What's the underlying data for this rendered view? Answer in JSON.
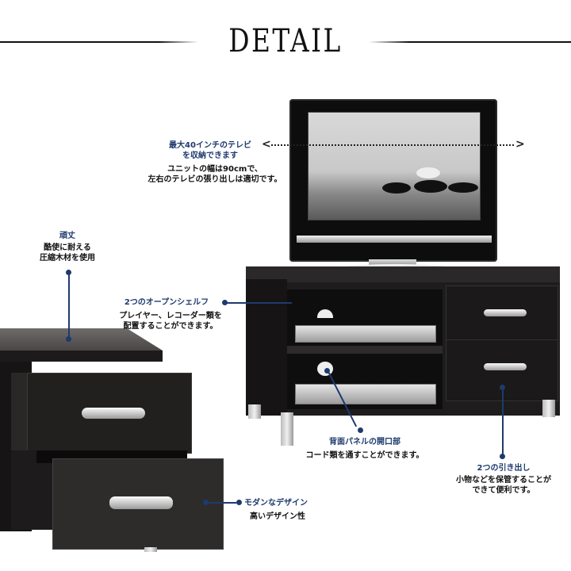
{
  "header": {
    "title": "DETAIL"
  },
  "annotations": {
    "tv": {
      "title_line1": "最大40インチのテレビ",
      "title_line2": "を収納できます",
      "body_line1": "ユニットの幅は90cmで、",
      "body_line2": "左右のテレビの張り出しは適切です。",
      "arrow_left": "<",
      "arrow_right": ">"
    },
    "sturdy": {
      "title": "頑丈",
      "body_line1": "酷使に耐える",
      "body_line2": "圧縮木材を使用"
    },
    "open_shelf": {
      "title": "2つのオープンシェルフ",
      "body_line1": "プレイヤー、レコーダー類を",
      "body_line2": "配置することができます。"
    },
    "back_panel": {
      "title": "背面パネルの開口部",
      "body": "コード類を通すことができます。"
    },
    "drawers": {
      "title": "2つの引き出し",
      "body_line1": "小物などを保管することが",
      "body_line2": "できて便利です。"
    },
    "modern": {
      "title": "モダンなデザイン",
      "body": "高いデザイン性"
    }
  },
  "colors": {
    "accent": "#1e3a6e",
    "cabinet": "#1e1c1c",
    "background": "#ffffff"
  }
}
